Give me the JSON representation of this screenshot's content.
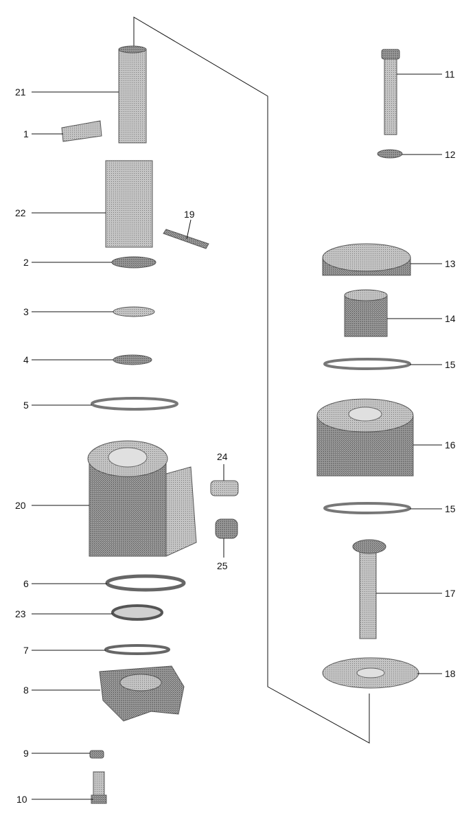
{
  "callouts": {
    "c1": "1",
    "c2": "2",
    "c3": "3",
    "c4": "4",
    "c5": "5",
    "c6": "6",
    "c7": "7",
    "c8": "8",
    "c9": "9",
    "c10": "10",
    "c11": "11",
    "c12": "12",
    "c13": "13",
    "c14": "14",
    "c15a": "15",
    "c15b": "15",
    "c16": "16",
    "c17": "17",
    "c18": "18",
    "c19": "19",
    "c20": "20",
    "c21": "21",
    "c22": "22",
    "c23": "23",
    "c24": "24",
    "c25": "25"
  },
  "colors": {
    "part_fill": "#b9b9b9",
    "part_dark": "#8f8f8f",
    "line": "#111111"
  }
}
